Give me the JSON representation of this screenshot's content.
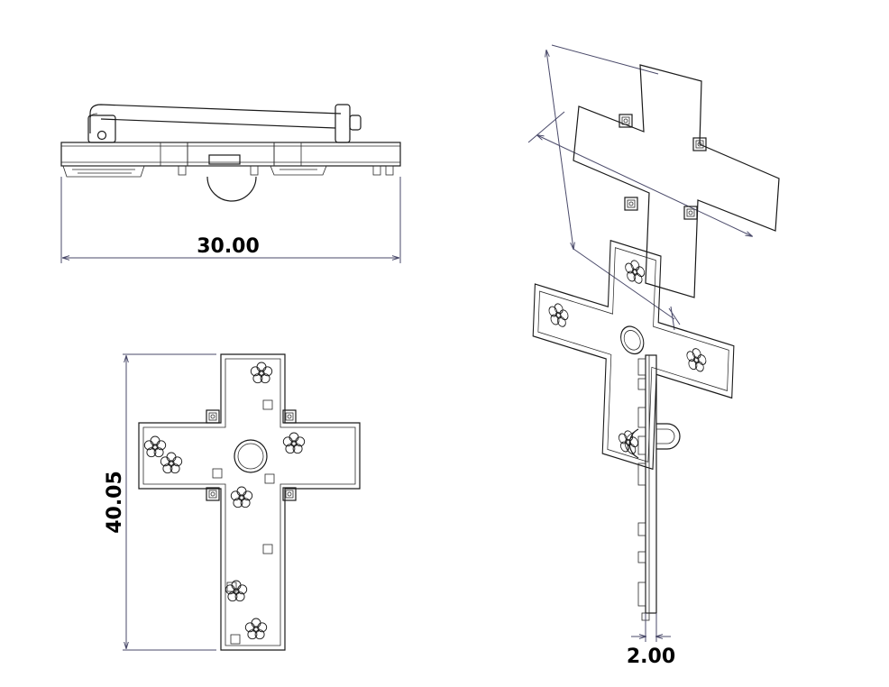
{
  "drawing": {
    "dimensions": {
      "front_width": "30.00",
      "top_height": "40.05",
      "side_thickness": "2.00"
    },
    "colors": {
      "line": "#1a1a1a",
      "dimension_line": "#4a4a6a",
      "background": "#ffffff"
    }
  }
}
